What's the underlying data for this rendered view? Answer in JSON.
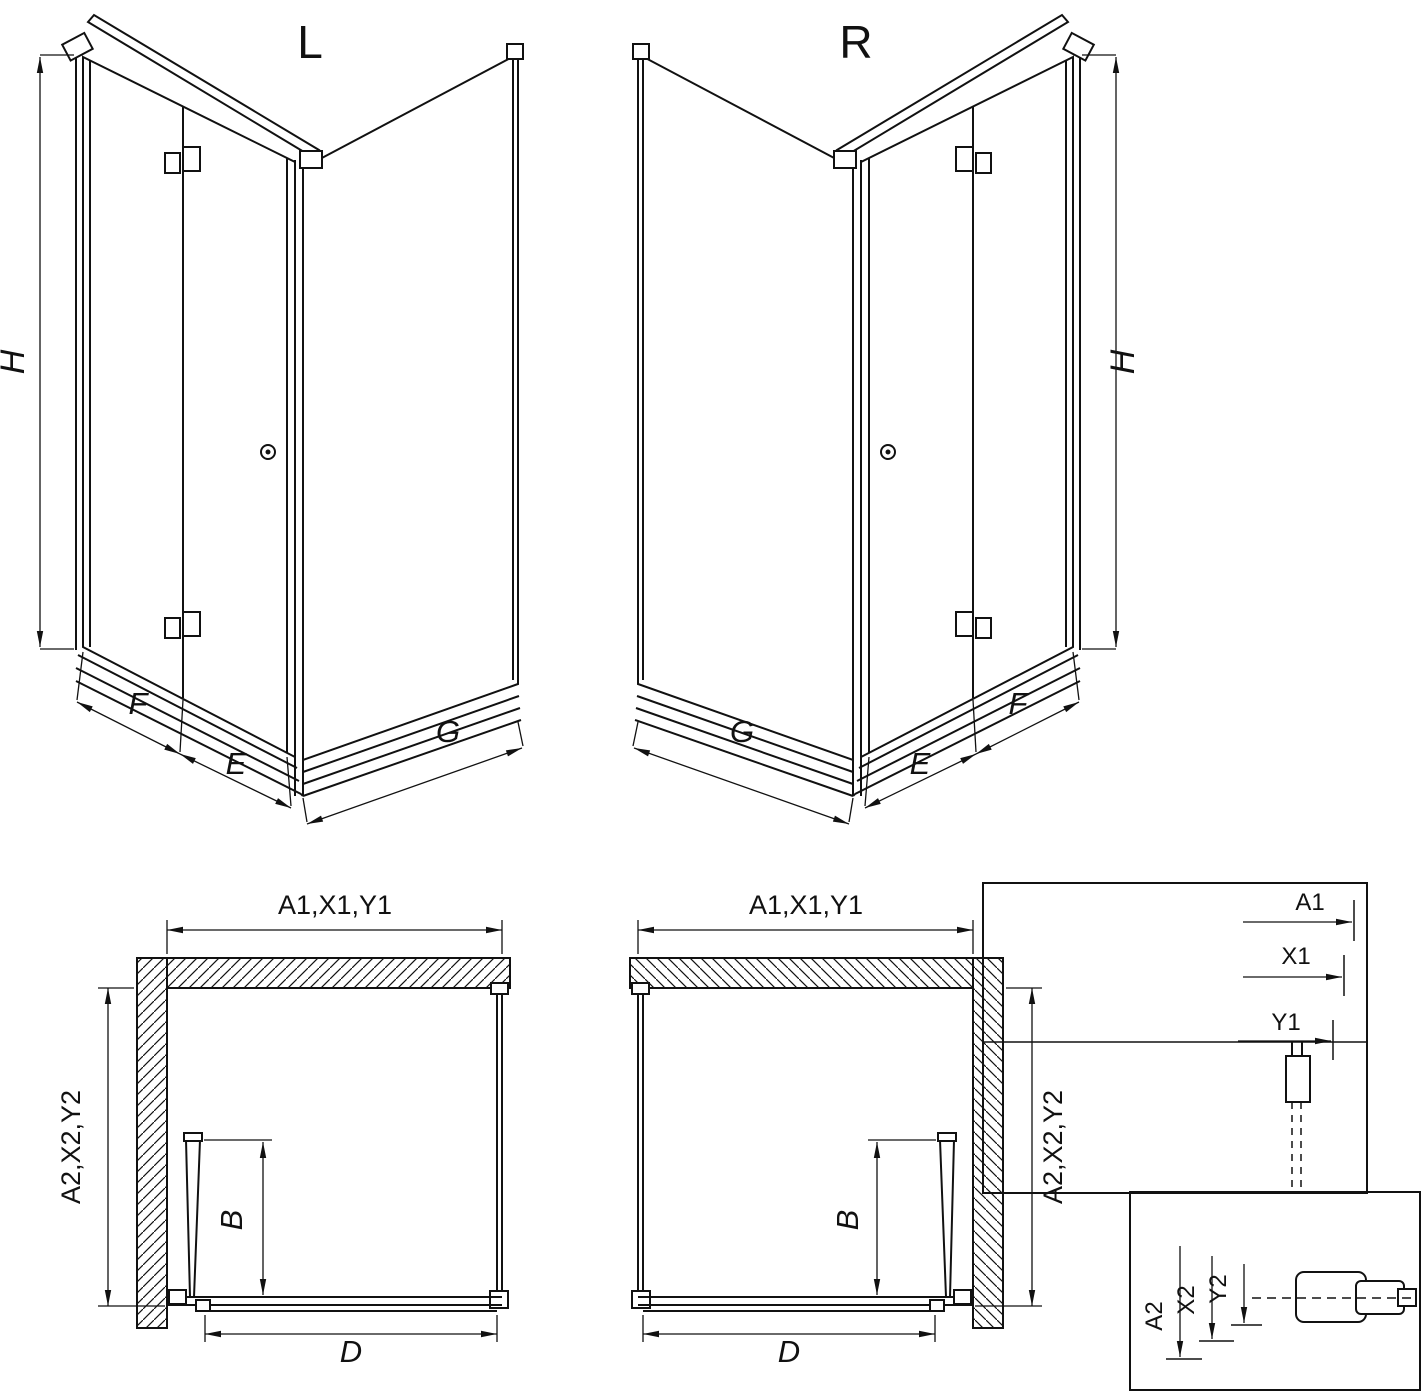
{
  "diagram": {
    "background": "#ffffff",
    "stroke": "#111111",
    "iso": {
      "left": {
        "variant": "L",
        "height": "H",
        "fixed_width": "F",
        "door_width": "E",
        "side_width": "G"
      },
      "right": {
        "variant": "R",
        "height": "H",
        "fixed_width": "F",
        "door_width": "E",
        "side_width": "G"
      }
    },
    "plan": {
      "left": {
        "width_dims": "A1,X1,Y1",
        "depth_dims": "A2,X2,Y2",
        "door_projection": "B",
        "entry_width": "D"
      },
      "right": {
        "width_dims": "A1,X1,Y1",
        "depth_dims": "A2,X2,Y2",
        "door_projection": "B",
        "entry_width": "D"
      }
    },
    "detail_width": {
      "a1": "A1",
      "x1": "X1",
      "y1": "Y1"
    },
    "detail_depth": {
      "a2": "A2",
      "x2": "X2",
      "y2": "Y2"
    }
  }
}
